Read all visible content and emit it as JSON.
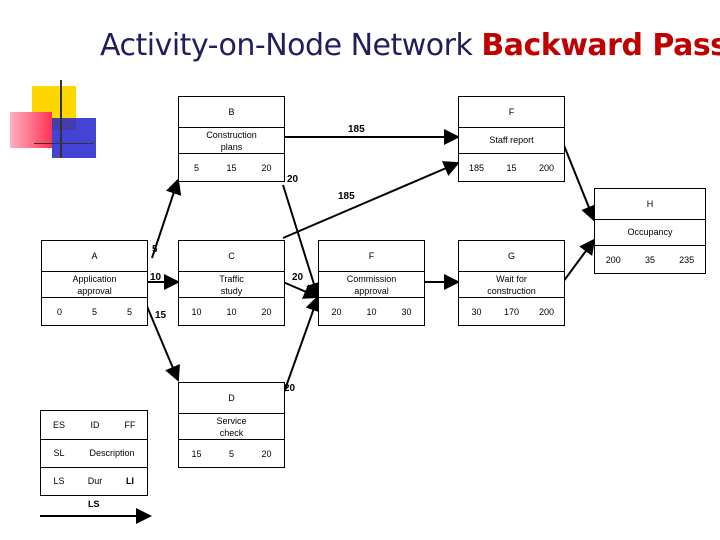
{
  "title": {
    "main": "Activity-on-Node Network ",
    "highlight": "Backward Pass"
  },
  "nodes": {
    "B": {
      "id": "B",
      "desc1": "Construction",
      "desc2": "plans",
      "n1": "5",
      "n2": "15",
      "n3": "20"
    },
    "F": {
      "id": "F",
      "desc1": "Staff report",
      "desc2": "",
      "n1": "185",
      "n2": "15",
      "n3": "200"
    },
    "H": {
      "id": "H",
      "desc1": "Occupancy",
      "desc2": "",
      "n1": "200",
      "n2": "35",
      "n3": "235"
    },
    "A": {
      "id": "A",
      "desc1": "Application",
      "desc2": "approval",
      "n1": "0",
      "n2": "5",
      "n3": "5"
    },
    "C": {
      "id": "C",
      "desc1": "Traffic",
      "desc2": "study",
      "n1": "10",
      "n2": "10",
      "n3": "20"
    },
    "E": {
      "id": "F",
      "desc1": "Commission",
      "desc2": "approval",
      "n1": "20",
      "n2": "10",
      "n3": "30"
    },
    "G": {
      "id": "G",
      "desc1": "Wait for",
      "desc2": "construction",
      "n1": "30",
      "n2": "170",
      "n3": "200"
    },
    "D": {
      "id": "D",
      "desc1": "Service",
      "desc2": "check",
      "n1": "15",
      "n2": "5",
      "n3": "20"
    }
  },
  "labels": {
    "bf": "185",
    "b_bottom": "20",
    "fh": "185",
    "a5": "5",
    "a10": "10",
    "a15": "15",
    "c20": "20",
    "d20": "20"
  },
  "legend": {
    "es": "ES",
    "id": "ID",
    "ef": "FF",
    "sl": "SL",
    "description": "Description",
    "ls": "LS",
    "dur": "Dur",
    "lf": "LI",
    "arrow_label": "LS"
  },
  "colors": {
    "title": "#1f1f5c",
    "highlight": "#c00000",
    "deco_yellow": "#ffd700",
    "deco_blue": "#1f1fcc",
    "deco_red": "#ff3355"
  }
}
